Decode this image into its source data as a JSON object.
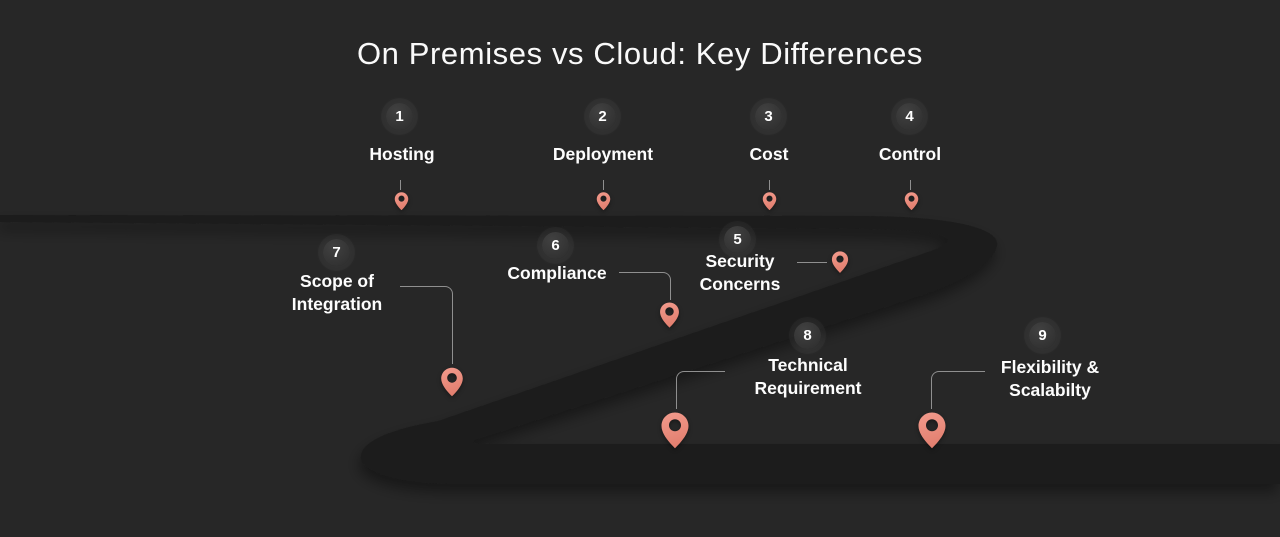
{
  "title": "On Premises vs Cloud: Key Differences",
  "colors": {
    "background": "#272727",
    "road": "#1c1c1c",
    "pin_accent": "#ec8d80",
    "text": "#fdfdfd",
    "connector_line": "#8f8f8f",
    "badge_circle": "#333333"
  },
  "items": [
    {
      "number": "1",
      "label": "Hosting"
    },
    {
      "number": "2",
      "label": "Deployment"
    },
    {
      "number": "3",
      "label": "Cost"
    },
    {
      "number": "4",
      "label": "Control"
    },
    {
      "number": "5",
      "label": "Security\nConcerns"
    },
    {
      "number": "6",
      "label": "Compliance"
    },
    {
      "number": "7",
      "label": "Scope of\nIntegration"
    },
    {
      "number": "8",
      "label": "Technical\nRequirement"
    },
    {
      "number": "9",
      "label": "Flexibility &\nScalabilty"
    }
  ]
}
